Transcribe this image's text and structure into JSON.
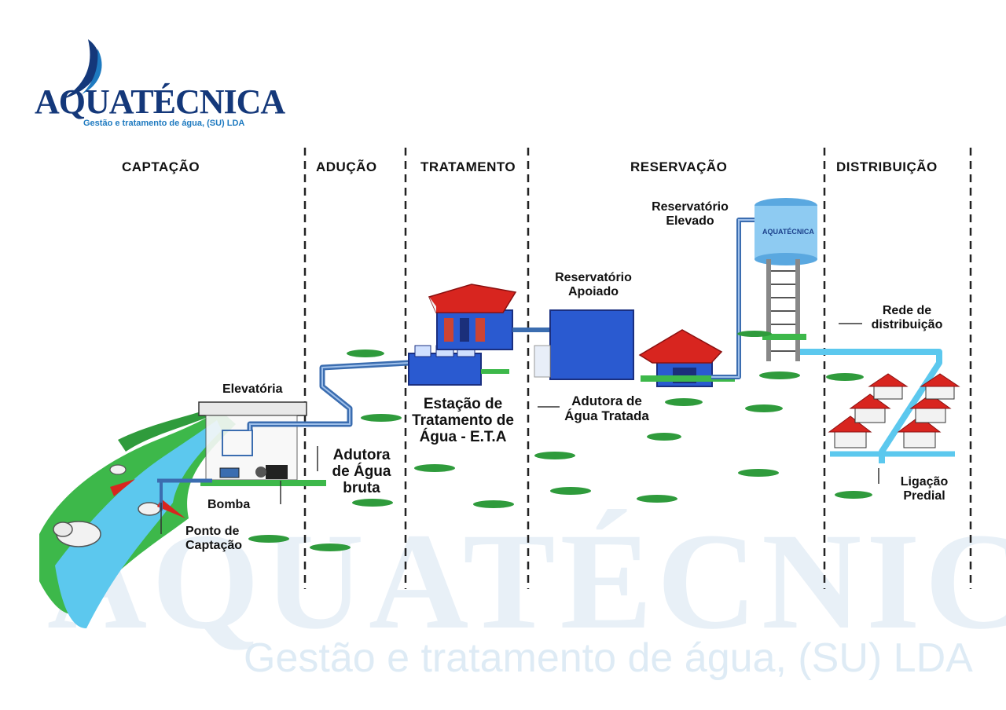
{
  "logo": {
    "wordmark": "AQUATÉCNICA",
    "tagline": "Gestão e tratamento de água, (SU) LDA"
  },
  "watermark": {
    "wordmark": "AQUATÉCNICA",
    "tagline": "Gestão e tratamento de água, (SU) LDA"
  },
  "sections": {
    "captacao": "CAPTAÇÃO",
    "aducao": "ADUÇÃO",
    "tratamento": "TRATAMENTO",
    "reservacao": "RESERVAÇÃO",
    "distribuicao": "DISTRIBUIÇÃO"
  },
  "labels": {
    "elevatoria": "Elevatória",
    "bomba": "Bomba",
    "ponto_captacao_1": "Ponto de",
    "ponto_captacao_2": "Captação",
    "adutora_bruta_1": "Adutora",
    "adutora_bruta_2": "de Água",
    "adutora_bruta_3": "bruta",
    "eta_1": "Estação de",
    "eta_2": "Tratamento de",
    "eta_3": "Água - E.T.A",
    "res_apoiado_1": "Reservatório",
    "res_apoiado_2": "Apoiado",
    "res_elevado_1": "Reservatório",
    "res_elevado_2": "Elevado",
    "adutora_tratada_1": "Adutora de",
    "adutora_tratada_2": "Água Tratada",
    "rede_1": "Rede de",
    "rede_2": "distribuição",
    "ligacao_1": "Ligação",
    "ligacao_2": "Predial"
  },
  "tank_logo": "AQUATÉCNICA",
  "colors": {
    "brand_navy": "#14387a",
    "brand_blue": "#1e7ac0",
    "pipe_blue": "#3b6db0",
    "water_cyan": "#5cc8ee",
    "grass_green": "#3db84a",
    "roof_red": "#d8251f",
    "structure_blue": "#2a5ad0"
  }
}
